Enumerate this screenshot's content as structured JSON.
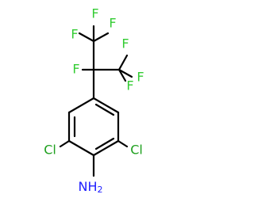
{
  "molecule": {
    "colors": {
      "bond": "#000000",
      "fluorine": "#33cc33",
      "chlorine": "#1fa01f",
      "nitrogen": "#2020ff"
    },
    "atoms": {
      "f_top_left": "F",
      "f_top_right": "F",
      "f_upper_left": "F",
      "f_right_top": "F",
      "f_center": "F",
      "f_right": "F",
      "cl_left": "Cl",
      "cl_right": "Cl",
      "amine_symbol": "NH",
      "amine_subscript": "2"
    }
  }
}
